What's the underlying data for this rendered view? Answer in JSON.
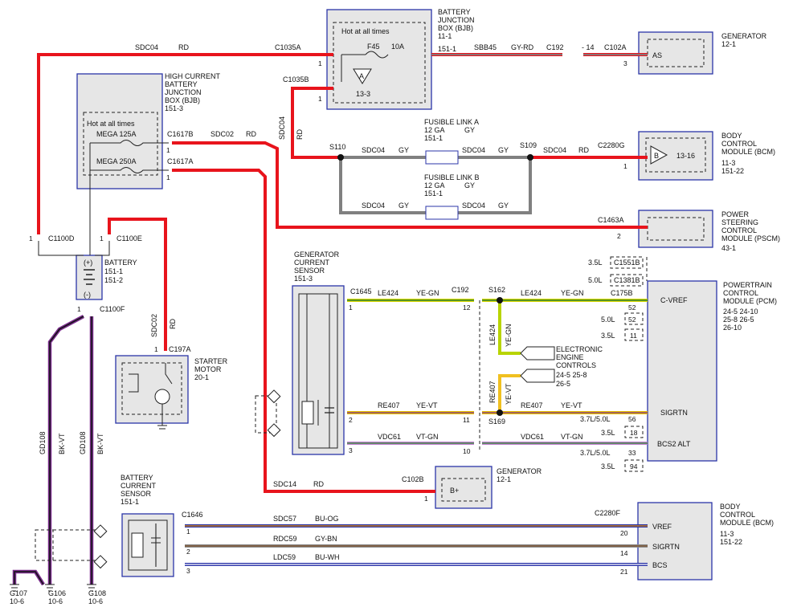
{
  "colors": {
    "red": "#e8141c",
    "gray": "#808080",
    "blue_stripe": "#2b35a8",
    "purple": "#7a2d8c",
    "yellow_green": "#b8d400",
    "yellow": "#e8c000",
    "module_border": "#2b35a8"
  },
  "components": {
    "bjb_title": [
      "BATTERY",
      "JUNCTION",
      "BOX (BJB)",
      "11-1"
    ],
    "bjb_hot": "Hot at all times",
    "bjb_fuse": "F45",
    "bjb_fuse_amps": "10A",
    "bjb_ref": "13-3",
    "bjb_pin": "151-1",
    "bjb_triangle": "A",
    "hcbjb_title": [
      "HIGH CURRENT",
      "BATTERY",
      "JUNCTION",
      "BOX (BJB)",
      "151-3"
    ],
    "hcbjb_hot": "Hot at all times",
    "mega125": "MEGA 125A",
    "mega250": "MEGA 250A",
    "gen_top_title": [
      "GENERATOR",
      "12-1"
    ],
    "gen_top_pin": "AS",
    "bcm_top_title": [
      "BODY",
      "CONTROL",
      "MODULE (BCM)",
      "11-3",
      "151-22"
    ],
    "bcm_top_triangle": "B",
    "bcm_top_ref": "13-16",
    "pscm_title": [
      "POWER",
      "STEERING",
      "CONTROL",
      "MODULE (PSCM)",
      "43-1"
    ],
    "battery_title": [
      "BATTERY",
      "151-1",
      "151-2"
    ],
    "battery_plus": "(+)",
    "battery_minus": "(-)",
    "starter_title": [
      "STARTER",
      "MOTOR",
      "20-1"
    ],
    "gcs_title": [
      "GENERATOR",
      "CURRENT",
      "SENSOR",
      "151-3"
    ],
    "eec_title": [
      "ELECTRONIC",
      "ENGINE",
      "CONTROLS",
      "24-5  25-8",
      "26-5"
    ],
    "pcm_title": [
      "POWERTRAIN",
      "CONTROL",
      "MODULE (PCM)",
      "24-5   24-10",
      "25-8   26-5",
      "26-10"
    ],
    "pcm_pins": [
      "C-VREF",
      "SIGRTN",
      "BCS2 ALT"
    ],
    "gen_bot_title": [
      "GENERATOR",
      "12-1"
    ],
    "gen_bot_pin": "B+",
    "bcs_title": [
      "BATTERY",
      "CURRENT",
      "SENSOR",
      "151-1"
    ],
    "bcm_bot_title": [
      "BODY",
      "CONTROL",
      "MODULE (BCM)",
      "11-3",
      "151-22"
    ],
    "bcm_bot_pins": [
      "VREF",
      "SIGRTN",
      "BCS"
    ],
    "fusible_a": [
      "FUSIBLE LINK A",
      "12 GA",
      "151-1"
    ],
    "fusible_a_color": "GY",
    "fusible_b": [
      "FUSIBLE LINK B",
      "12 GA",
      "151-1"
    ],
    "fusible_b_color": "GY"
  },
  "connectors": {
    "c1035a": "C1035A",
    "c1035b": "C1035B",
    "c192_top": "C192",
    "c102a": "C102A",
    "c1617b": "C1617B",
    "c1617a": "C1617A",
    "c2280g": "C2280G",
    "c1463a": "C1463A",
    "c1100d": "C1100D",
    "c1100e": "C1100E",
    "c1100f": "C1100F",
    "c197a": "C197A",
    "c1645": "C1645",
    "c192": "C192",
    "c175b": "C175B",
    "c1551b": "C1551B",
    "c1381b": "C1381B",
    "c102b": "C102B",
    "c1646": "C1646",
    "c2280f": "C2280F",
    "s110": "S110",
    "s109": "S109",
    "s162": "S162",
    "s169": "S169"
  },
  "wires": {
    "sdc04": "SDC04",
    "rd": "RD",
    "sbb45": "SBB45",
    "gy_rd": "GY-RD",
    "c192_14": "- 14",
    "sdc02": "SDC02",
    "gy": "GY",
    "le424": "LE424",
    "ye_gn": "YE-GN",
    "re407": "RE407",
    "ye_vt": "YE-VT",
    "vdc61": "VDC61",
    "vt_gn": "VT-GN",
    "sdc14": "SDC14",
    "sdc57": "SDC57",
    "bu_og": "BU-OG",
    "rdc59": "RDC59",
    "gy_bn": "GY-BN",
    "ldc59": "LDC59",
    "bu_wh": "BU-WH",
    "gd108": "GD108",
    "bk_vt": "BK-VT"
  },
  "pins": {
    "p1": "1",
    "p2": "2",
    "p3": "3",
    "p10": "10",
    "p11": "11",
    "p12": "12",
    "p14": "14",
    "p20": "20",
    "p21": "21",
    "p33": "33",
    "p52": "52",
    "p56": "56",
    "p11b": "11",
    "p18": "18",
    "p94": "94"
  },
  "variants": {
    "v35l": "3.5L",
    "v50l": "5.0L",
    "v37_50": "3.7L/5.0L"
  },
  "grounds": [
    {
      "id": "G107",
      "ref": "10-6"
    },
    {
      "id": "G106",
      "ref": "10-6"
    },
    {
      "id": "G108",
      "ref": "10-6"
    }
  ]
}
